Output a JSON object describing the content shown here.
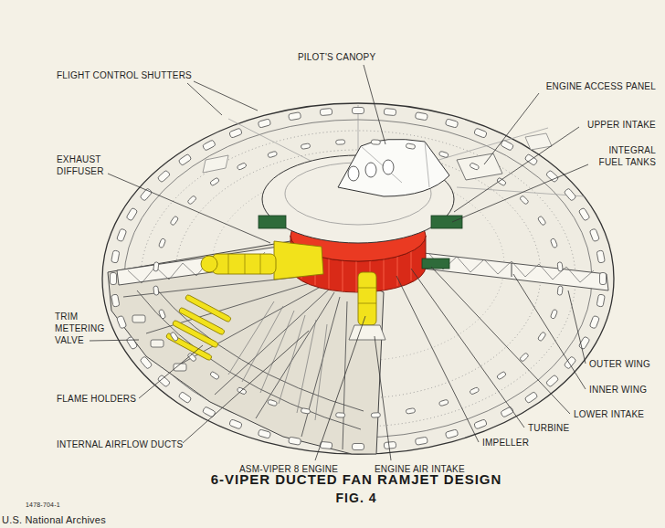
{
  "diagram": {
    "title": "6-VIPER DUCTED FAN RAMJET DESIGN",
    "caption": "FIG. 4",
    "labels": [
      "FLIGHT CONTROL SHUTTERS",
      "PILOT'S CANOPY",
      "ENGINE ACCESS PANEL",
      "UPPER INTAKE",
      "INTEGRAL FUEL TANKS",
      "EXHAUST DIFFUSER",
      "TRIM METERING VALVE",
      "OUTER WING",
      "INNER WING",
      "LOWER INTAKE",
      "FLAME HOLDERS",
      "TURBINE",
      "IMPELLER",
      "INTERNAL AIRFLOW DUCTS",
      "ASM-VIPER 8 ENGINE",
      "ENGINE AIR INTAKE",
      "1478-704-1",
      "U.S. National Archives"
    ]
  }
}
